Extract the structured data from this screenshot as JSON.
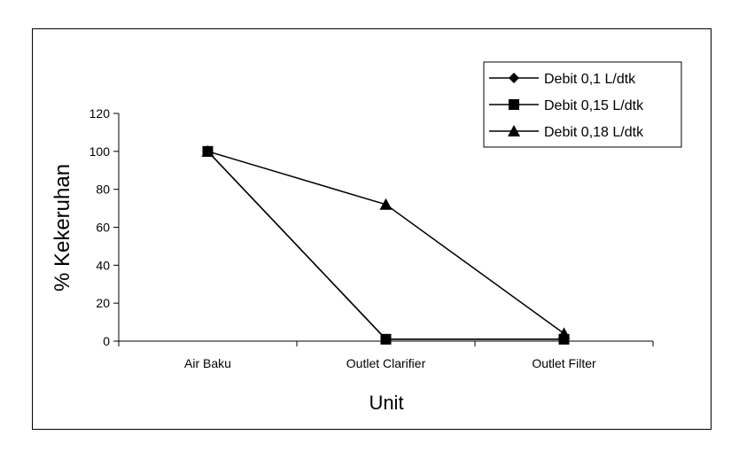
{
  "chart_data": {
    "type": "line",
    "categories": [
      "Air Baku",
      "Outlet Clarifier",
      "Outlet Filter"
    ],
    "series": [
      {
        "name": "Debit 0,1 L/dtk",
        "marker": "diamond",
        "values": [
          100,
          1,
          1
        ]
      },
      {
        "name": "Debit 0,15 L/dtk",
        "marker": "square",
        "values": [
          100,
          1,
          1
        ]
      },
      {
        "name": "Debit 0,18 L/dtk",
        "marker": "triangle",
        "values": [
          100,
          72,
          4
        ]
      }
    ],
    "title": "",
    "xlabel": "Unit",
    "ylabel": "% Kekeruhan",
    "ylim": [
      0,
      120
    ],
    "yticks": [
      0,
      20,
      40,
      60,
      80,
      100,
      120
    ],
    "grid": false,
    "legend": "top-right",
    "line_color": "#000000"
  }
}
